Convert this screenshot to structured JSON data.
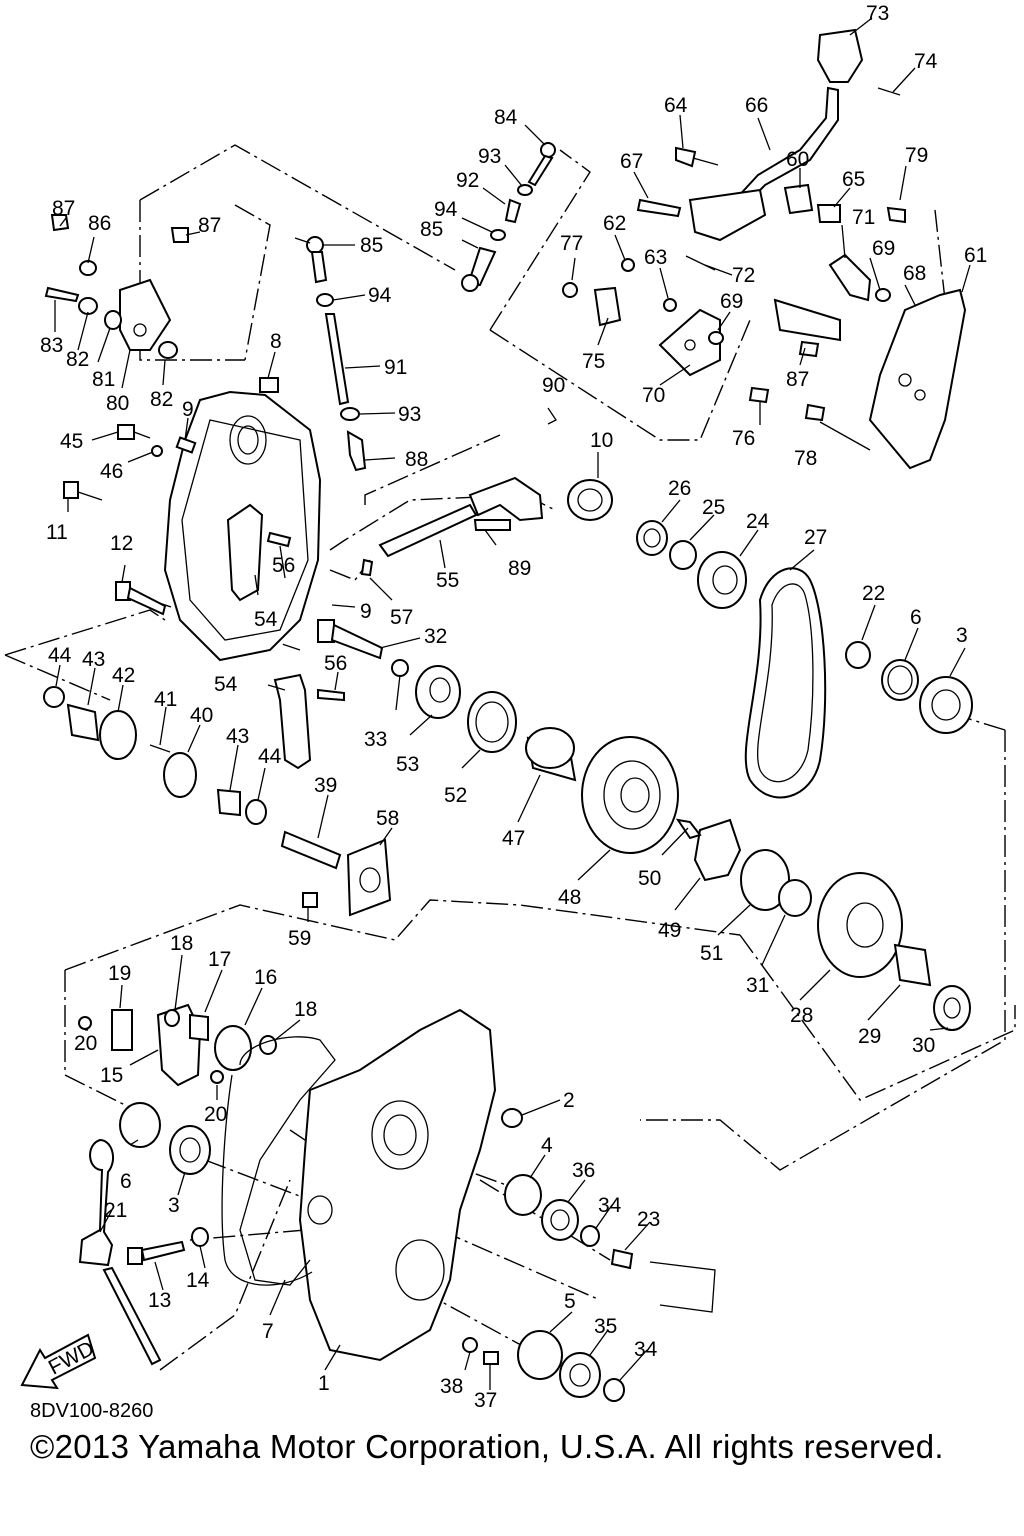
{
  "diagram": {
    "drawing_code": "8DV100-8260",
    "copyright": "©2013 Yamaha Motor Corporation, U.S.A. All rights reserved.",
    "fwd_label": "FWD",
    "callouts": [
      {
        "id": "c73",
        "text": "73"
      },
      {
        "id": "c74",
        "text": "74"
      },
      {
        "id": "c84",
        "text": "84"
      },
      {
        "id": "c64",
        "text": "64"
      },
      {
        "id": "c66",
        "text": "66"
      },
      {
        "id": "c93a",
        "text": "93"
      },
      {
        "id": "c67",
        "text": "67"
      },
      {
        "id": "c60",
        "text": "60"
      },
      {
        "id": "c65",
        "text": "65"
      },
      {
        "id": "c79",
        "text": "79"
      },
      {
        "id": "c92",
        "text": "92"
      },
      {
        "id": "c87a",
        "text": "87"
      },
      {
        "id": "c86",
        "text": "86"
      },
      {
        "id": "c94a",
        "text": "94"
      },
      {
        "id": "c87b",
        "text": "87"
      },
      {
        "id": "c85a",
        "text": "85"
      },
      {
        "id": "c62",
        "text": "62"
      },
      {
        "id": "c77",
        "text": "77"
      },
      {
        "id": "c71",
        "text": "71"
      },
      {
        "id": "c85b",
        "text": "85"
      },
      {
        "id": "c63",
        "text": "63"
      },
      {
        "id": "c72",
        "text": "72"
      },
      {
        "id": "c69a",
        "text": "69"
      },
      {
        "id": "c61",
        "text": "61"
      },
      {
        "id": "c68",
        "text": "68"
      },
      {
        "id": "c94b",
        "text": "94"
      },
      {
        "id": "c83",
        "text": "83"
      },
      {
        "id": "c69b",
        "text": "69"
      },
      {
        "id": "c82a",
        "text": "82"
      },
      {
        "id": "c8",
        "text": "8"
      },
      {
        "id": "c81",
        "text": "81"
      },
      {
        "id": "c75",
        "text": "75"
      },
      {
        "id": "c91",
        "text": "91"
      },
      {
        "id": "c87c",
        "text": "87"
      },
      {
        "id": "c80",
        "text": "80"
      },
      {
        "id": "c82b",
        "text": "82"
      },
      {
        "id": "c9a",
        "text": "9"
      },
      {
        "id": "c90",
        "text": "90"
      },
      {
        "id": "c70",
        "text": "70"
      },
      {
        "id": "c93b",
        "text": "93"
      },
      {
        "id": "c76",
        "text": "76"
      },
      {
        "id": "c45",
        "text": "45"
      },
      {
        "id": "c10",
        "text": "10"
      },
      {
        "id": "c78",
        "text": "78"
      },
      {
        "id": "c46",
        "text": "46"
      },
      {
        "id": "c88",
        "text": "88"
      },
      {
        "id": "c26",
        "text": "26"
      },
      {
        "id": "c25",
        "text": "25"
      },
      {
        "id": "c24",
        "text": "24"
      },
      {
        "id": "c11",
        "text": "11"
      },
      {
        "id": "c27",
        "text": "27"
      },
      {
        "id": "c12",
        "text": "12"
      },
      {
        "id": "c56a",
        "text": "56"
      },
      {
        "id": "c89",
        "text": "89"
      },
      {
        "id": "c55",
        "text": "55"
      },
      {
        "id": "c22",
        "text": "22"
      },
      {
        "id": "c6a",
        "text": "6"
      },
      {
        "id": "c9b",
        "text": "9"
      },
      {
        "id": "c57",
        "text": "57"
      },
      {
        "id": "c54a",
        "text": "54"
      },
      {
        "id": "c3a",
        "text": "3"
      },
      {
        "id": "c32",
        "text": "32"
      },
      {
        "id": "c44a",
        "text": "44"
      },
      {
        "id": "c43a",
        "text": "43"
      },
      {
        "id": "c56b",
        "text": "56"
      },
      {
        "id": "c42",
        "text": "42"
      },
      {
        "id": "c54b",
        "text": "54"
      },
      {
        "id": "c41",
        "text": "41"
      },
      {
        "id": "c40",
        "text": "40"
      },
      {
        "id": "c33",
        "text": "33"
      },
      {
        "id": "c53",
        "text": "53"
      },
      {
        "id": "c43b",
        "text": "43"
      },
      {
        "id": "c44b",
        "text": "44"
      },
      {
        "id": "c52",
        "text": "52"
      },
      {
        "id": "c39",
        "text": "39"
      },
      {
        "id": "c47",
        "text": "47"
      },
      {
        "id": "c58",
        "text": "58"
      },
      {
        "id": "c50",
        "text": "50"
      },
      {
        "id": "c48",
        "text": "48"
      },
      {
        "id": "c59",
        "text": "59"
      },
      {
        "id": "c49",
        "text": "49"
      },
      {
        "id": "c51",
        "text": "51"
      },
      {
        "id": "c18a",
        "text": "18"
      },
      {
        "id": "c17",
        "text": "17"
      },
      {
        "id": "c31",
        "text": "31"
      },
      {
        "id": "c19",
        "text": "19"
      },
      {
        "id": "c16",
        "text": "16"
      },
      {
        "id": "c18b",
        "text": "18"
      },
      {
        "id": "c28",
        "text": "28"
      },
      {
        "id": "c29",
        "text": "29"
      },
      {
        "id": "c20a",
        "text": "20"
      },
      {
        "id": "c30",
        "text": "30"
      },
      {
        "id": "c15",
        "text": "15"
      },
      {
        "id": "c20b",
        "text": "20"
      },
      {
        "id": "c2",
        "text": "2"
      },
      {
        "id": "c6b",
        "text": "6"
      },
      {
        "id": "c4",
        "text": "4"
      },
      {
        "id": "c36",
        "text": "36"
      },
      {
        "id": "c3b",
        "text": "3"
      },
      {
        "id": "c34a",
        "text": "34"
      },
      {
        "id": "c23",
        "text": "23"
      },
      {
        "id": "c21",
        "text": "21"
      },
      {
        "id": "c14",
        "text": "14"
      },
      {
        "id": "c13",
        "text": "13"
      },
      {
        "id": "c7",
        "text": "7"
      },
      {
        "id": "c5",
        "text": "5"
      },
      {
        "id": "c35",
        "text": "35"
      },
      {
        "id": "c34b",
        "text": "34"
      },
      {
        "id": "c1",
        "text": "1"
      },
      {
        "id": "c38",
        "text": "38"
      },
      {
        "id": "c37",
        "text": "37"
      }
    ]
  }
}
